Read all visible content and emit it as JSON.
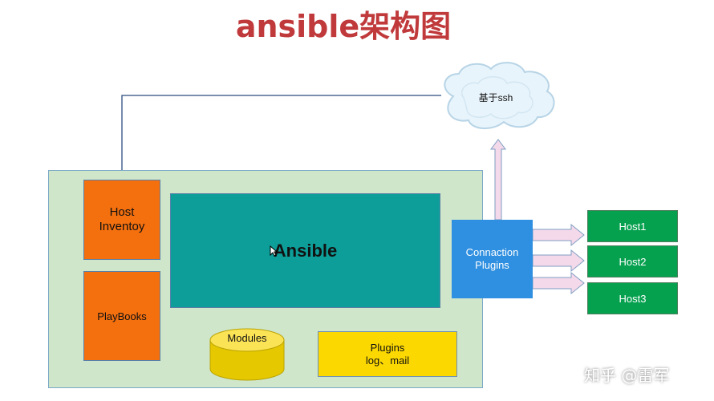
{
  "title": "ansible架构图",
  "core": {
    "label": "Ansible"
  },
  "host_inventory": {
    "line1": "Host",
    "line2": "Inventoy"
  },
  "playbooks": {
    "label": "PlayBooks"
  },
  "modules": {
    "label": "Modules"
  },
  "plugins": {
    "line1": "Plugins",
    "line2": "log、mail"
  },
  "connection_plugins": {
    "line1": "Connaction",
    "line2": "Plugins"
  },
  "cloud": {
    "label": "基于ssh"
  },
  "hosts": [
    "Host1",
    "Host2",
    "Host3"
  ],
  "watermark": "知乎 @雷军",
  "colors": {
    "title": "#c0393b",
    "container": "#cfe6cb",
    "orange": "#f46f0e",
    "teal": "#0d9e99",
    "yellow": "#fbd800",
    "blue": "#2f8fe0",
    "green": "#06a14f"
  }
}
